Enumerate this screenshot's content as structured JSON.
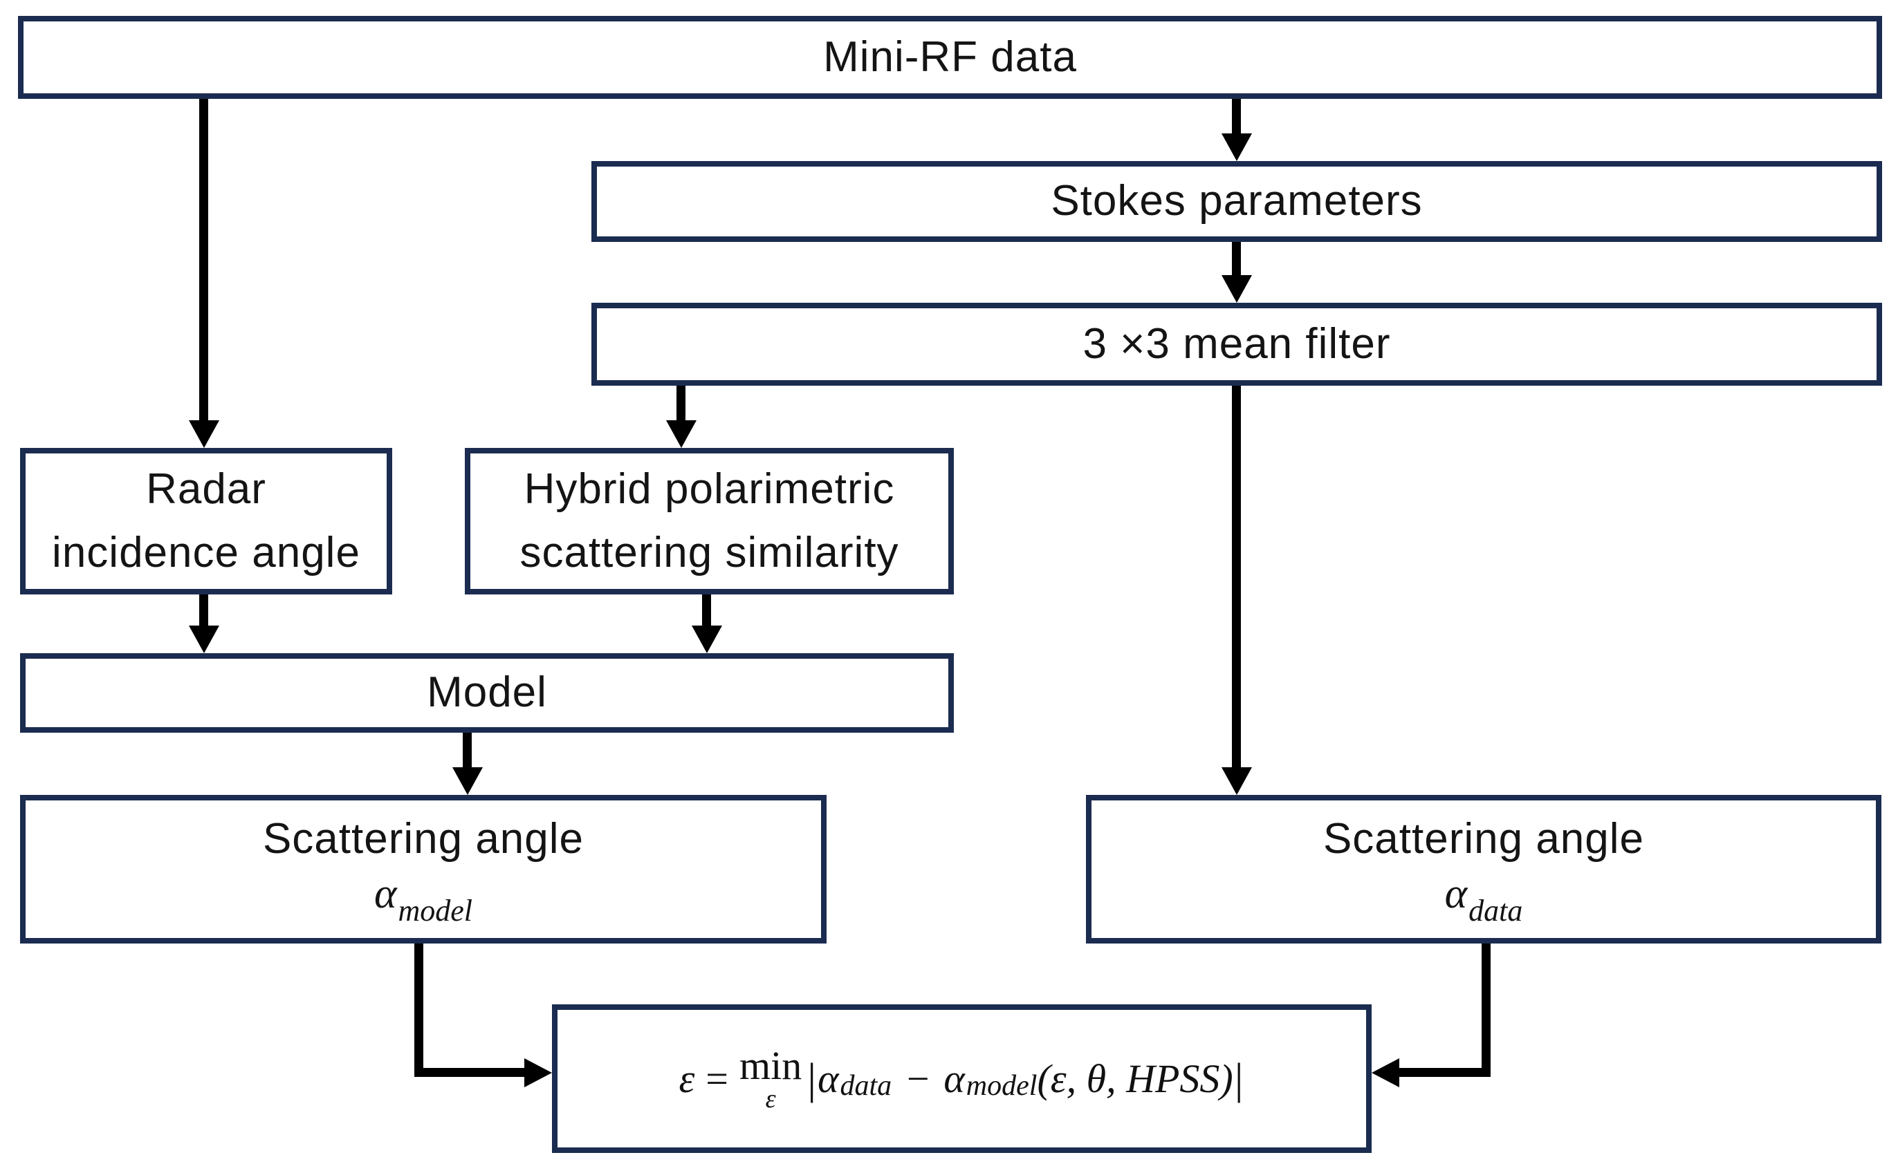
{
  "diagram": {
    "type": "flowchart",
    "colors": {
      "box_border": "#1b2c50",
      "arrow": "#000000",
      "text": "#141414",
      "background": "#ffffff"
    },
    "boxes": {
      "mini_rf": {
        "label": "Mini-RF data"
      },
      "stokes": {
        "label": "Stokes parameters"
      },
      "mean_filter": {
        "label": "3 ×3 mean filter"
      },
      "radar": {
        "line1": "Radar",
        "line2": "incidence angle"
      },
      "hybrid": {
        "line1": "Hybrid polarimetric",
        "line2": "scattering similarity"
      },
      "model": {
        "label": "Model"
      },
      "alpha_model": {
        "line1": "Scattering angle",
        "symbol": "α",
        "subscript": "model"
      },
      "alpha_data": {
        "line1": "Scattering angle",
        "symbol": "α",
        "subscript": "data"
      },
      "formula": {
        "lhs_symbol": "ε",
        "equals": "=",
        "operator": "min",
        "operator_sub": "ε",
        "bar_open": "|",
        "alpha_data": "α",
        "alpha_data_sub": "data",
        "minus": "−",
        "alpha_model": "α",
        "alpha_model_sub": "model",
        "args": "(ε, θ, HPSS)",
        "bar_close": "|"
      }
    },
    "edges": [
      {
        "from": "Mini-RF data",
        "to": "Radar incidence angle"
      },
      {
        "from": "Mini-RF data",
        "to": "Stokes parameters"
      },
      {
        "from": "Stokes parameters",
        "to": "3 ×3 mean filter"
      },
      {
        "from": "3 ×3 mean filter",
        "to": "Hybrid polarimetric scattering similarity"
      },
      {
        "from": "3 ×3 mean filter",
        "to": "Scattering angle α_data"
      },
      {
        "from": "Radar incidence angle",
        "to": "Model"
      },
      {
        "from": "Hybrid polarimetric scattering similarity",
        "to": "Model"
      },
      {
        "from": "Model",
        "to": "Scattering angle α_model"
      },
      {
        "from": "Scattering angle α_model",
        "to": "ε formula"
      },
      {
        "from": "Scattering angle α_data",
        "to": "ε formula"
      }
    ]
  }
}
